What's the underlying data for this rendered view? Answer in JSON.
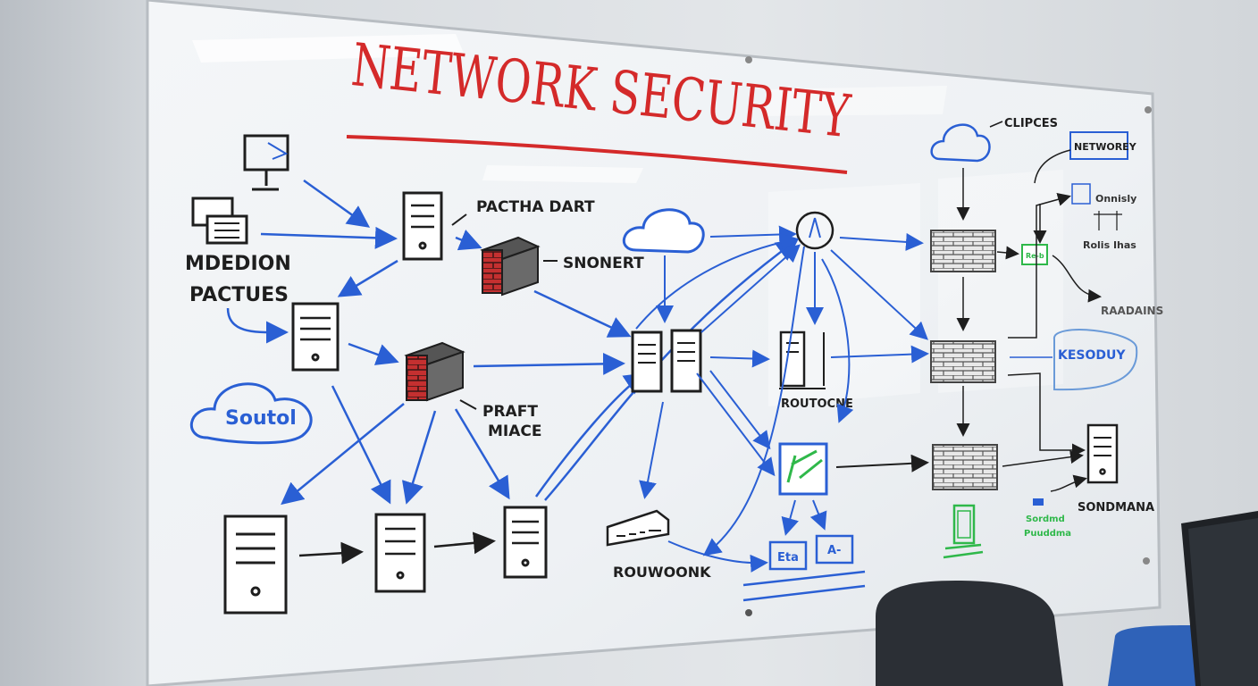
{
  "title": "NETWORK SECURITY",
  "labels": {
    "top_left_line1": "MDEDION",
    "top_left_line2": "PACTUES",
    "server_label": "PACTHA DART",
    "firewall_label_1": "SNONERT",
    "cloud_left": "Soutol",
    "firewall_label_2_line1": "PRAFT",
    "firewall_label_2_line2": "MIACE",
    "router_label": "ROUWOONK",
    "mid_server_label": "ROUTOCNE",
    "right_cloud_label": "CLIPCES",
    "network_box": "NETWOREY",
    "small_note_line1": "Onnisly",
    "small_note_line2": "Rolis Ihas",
    "green_box": "Re-b",
    "right_label_1": "RAADAINS",
    "right_box": "KESODUY",
    "bottom_right_label": "SONDMANA",
    "green_note_line1": "Sordmd",
    "green_note_line2": "Puuddma",
    "small_box_1": "Eta",
    "small_box_2": "A-"
  },
  "colors": {
    "title_red": "#d42a2a",
    "ink_black": "#1e1e1e",
    "ink_blue": "#2a5fd4",
    "ink_green": "#2fb84a",
    "brick_red": "#c43030"
  }
}
